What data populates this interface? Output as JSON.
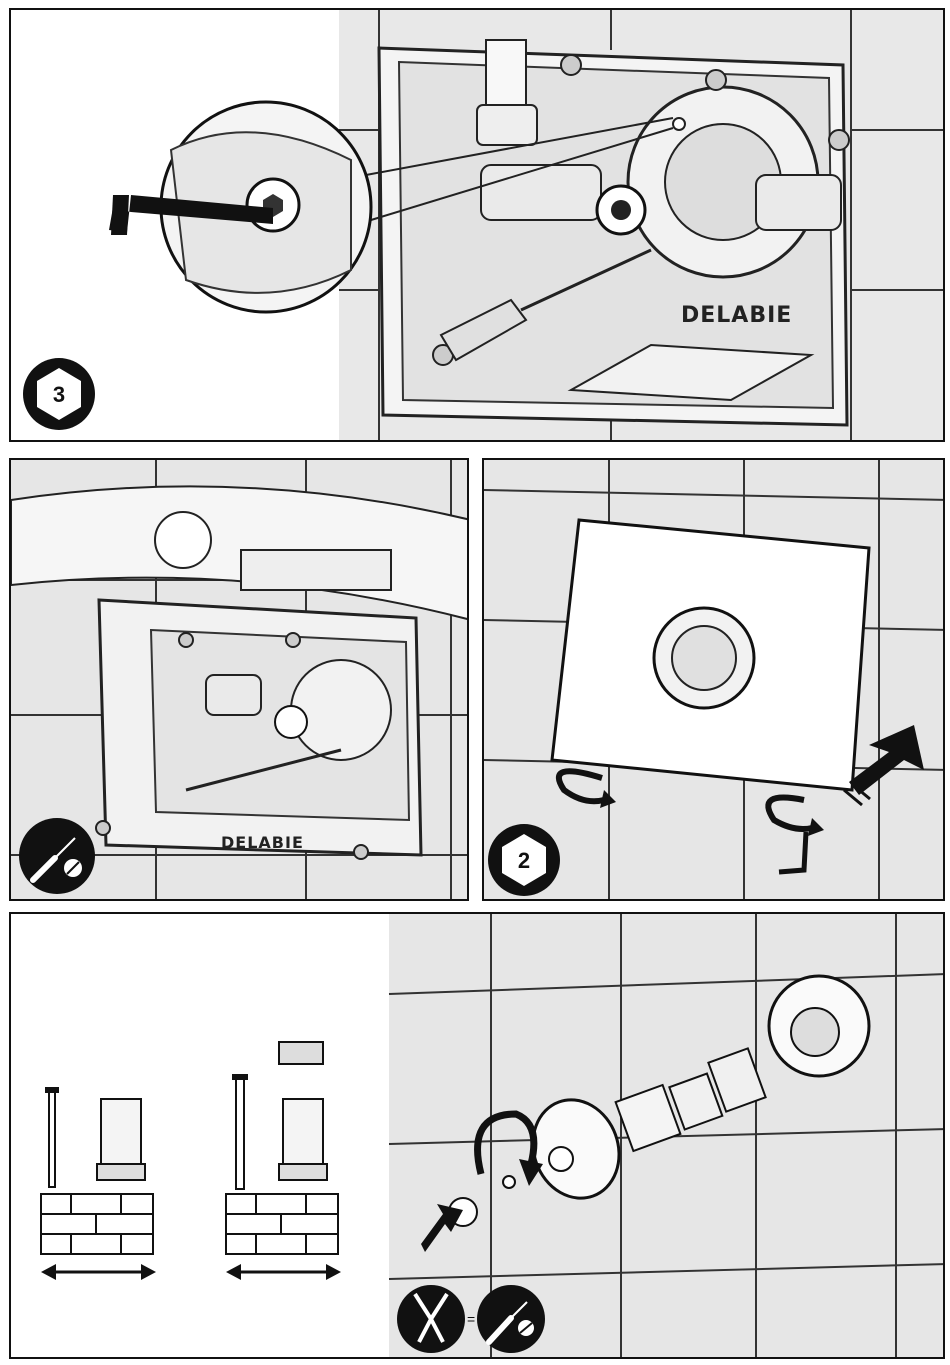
{
  "brand_label": "DELABIE",
  "steps": {
    "step3": "3",
    "step2": "2"
  },
  "separator": "="
}
